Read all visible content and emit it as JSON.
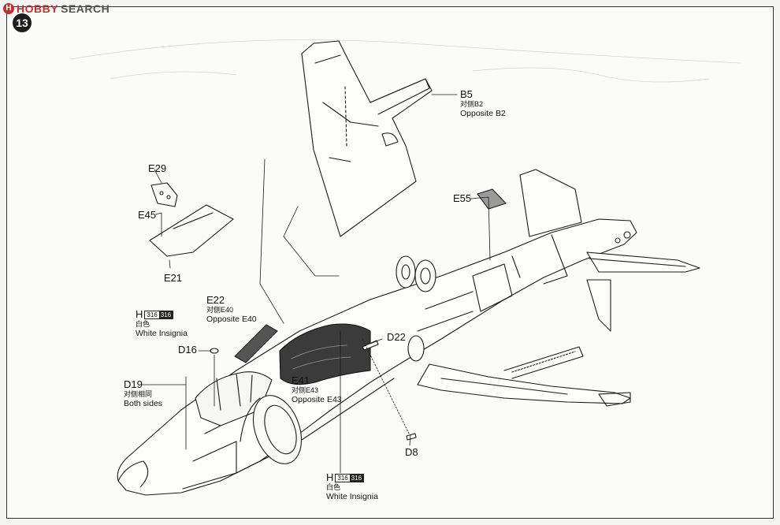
{
  "watermark": {
    "logo_letter": "H",
    "brand1": "HOBBY",
    "brand2": " SEARCH"
  },
  "step_number": "13",
  "labels": {
    "b5": {
      "part": "B5",
      "cjk": "对侧B2",
      "en": "Opposite B2"
    },
    "e29": {
      "part": "E29"
    },
    "e45": {
      "part": "E45"
    },
    "e21": {
      "part": "E21"
    },
    "e55": {
      "part": "E55"
    },
    "h_top": {
      "part": "H",
      "code": "316",
      "code2": "316",
      "cjk": "白色",
      "en": "White Insignia"
    },
    "e22": {
      "part": "E22",
      "cjk": "对侧E40",
      "en": "Opposite E40"
    },
    "d16": {
      "part": "D16"
    },
    "d19": {
      "part": "D19",
      "cjk": "对侧相同",
      "en": "Both sides"
    },
    "d22": {
      "part": "D22"
    },
    "e41": {
      "part": "E41",
      "cjk": "对侧E43",
      "en": "Opposite E43"
    },
    "d8": {
      "part": "D8"
    },
    "h_bottom": {
      "part": "H",
      "code": "316",
      "code2": "316",
      "cjk": "白色",
      "en": "White Insignia"
    }
  },
  "colors": {
    "line": "#1a1a1a",
    "paint_box": "#222222",
    "watermark_red": "#c0322b"
  },
  "icons": [
    "step-number-badge",
    "paint-code-box"
  ]
}
